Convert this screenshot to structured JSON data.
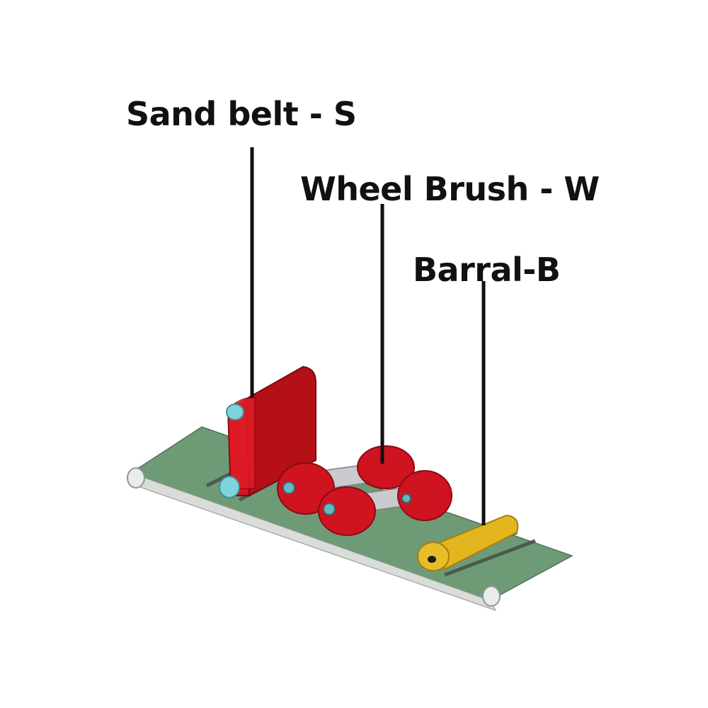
{
  "labels": {
    "sand_belt": "Sand belt - S",
    "wheel_brush": "Wheel Brush - W",
    "barral": "Barral-B"
  },
  "colors": {
    "belt_top": "#6f9a76",
    "belt_side": "#d9ddd9",
    "roller_end": "#e8ecea",
    "sand_belt": "#c8111a",
    "sand_belt_dark": "#8f0b12",
    "sand_roller": "#7fd3d9",
    "wheel": "#cf1320",
    "wheel_dark": "#9b0d16",
    "hub": "#67b8bf",
    "axle": "#c9cbcf",
    "barrel": "#e3b51f",
    "barrel_dark": "#b78a10",
    "leader": "#111111"
  }
}
